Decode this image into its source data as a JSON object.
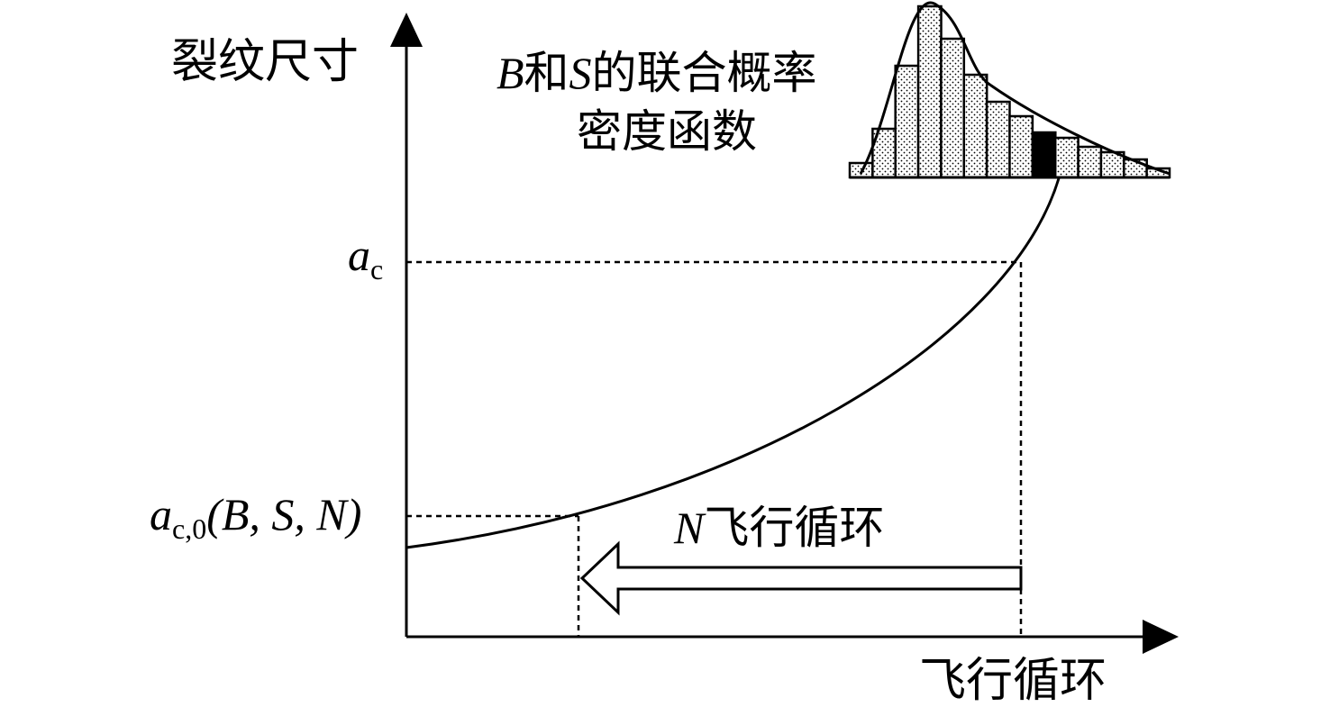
{
  "diagram": {
    "y_axis_label": "裂纹尺寸",
    "x_axis_label": "飞行循环",
    "pdf_label": {
      "line1_var1": "B",
      "line1_mid": "和",
      "line1_var2": "S",
      "line1_rest": "的联合概率",
      "line2": "密度函数"
    },
    "critical_size": {
      "symbol": "a",
      "subscript": "c"
    },
    "initial_size": {
      "symbol": "a",
      "subscript": "c,0",
      "args": "(B, S, N)"
    },
    "arrow_label": {
      "var": "N",
      "text": "飞行循环"
    },
    "histogram": {
      "bar_heights_relative": [
        0.08,
        0.27,
        0.62,
        0.95,
        0.77,
        0.57,
        0.42,
        0.34,
        0.25,
        0.22,
        0.17,
        0.14,
        0.1,
        0.05
      ],
      "highlighted_bar_index": 8,
      "pattern": "dotted",
      "highlight_color": "#000000"
    },
    "colors": {
      "line": "#000000",
      "background": "#ffffff"
    }
  }
}
